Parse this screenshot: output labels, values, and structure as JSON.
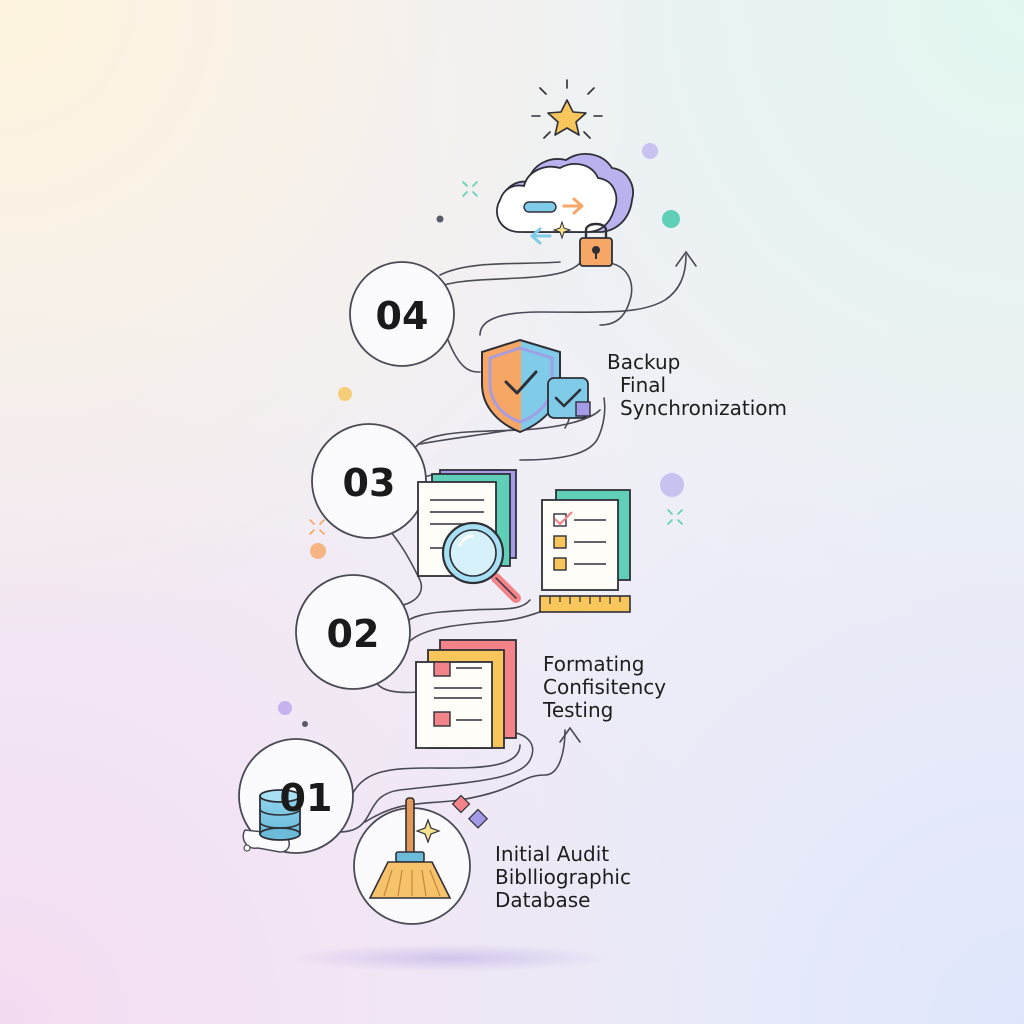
{
  "steps": [
    {
      "number": "01",
      "label_lines": [
        "Initial Audit",
        "Biblliographic",
        "Database"
      ]
    },
    {
      "number": "02",
      "label_lines": [
        "Formating",
        "Confisitency",
        "Testing"
      ]
    },
    {
      "number": "03",
      "label_lines": []
    },
    {
      "number": "04",
      "label_lines": [
        "Backup",
        "Final",
        "Synchronizatiom"
      ]
    }
  ],
  "icons": {
    "step_01": [
      "database-icon",
      "broom-icon",
      "sparkle-icon"
    ],
    "step_02": [
      "document-stack-icon",
      "up-arrow-icon"
    ],
    "step_03": [
      "document-magnifier-icon",
      "checklist-icon",
      "ruler-icon"
    ],
    "step_04": [
      "shield-check-icon",
      "checkbox-icon"
    ],
    "top": [
      "cloud-sync-icon",
      "padlock-icon",
      "star-icon",
      "up-arrow-icon"
    ]
  },
  "colors": {
    "line": "#4a4a55",
    "orange": "#f6a765",
    "teal": "#5fcfb8",
    "purple": "#a39be8",
    "pink": "#f18389",
    "yellow": "#f8c65a",
    "blue": "#7fcbe8"
  }
}
